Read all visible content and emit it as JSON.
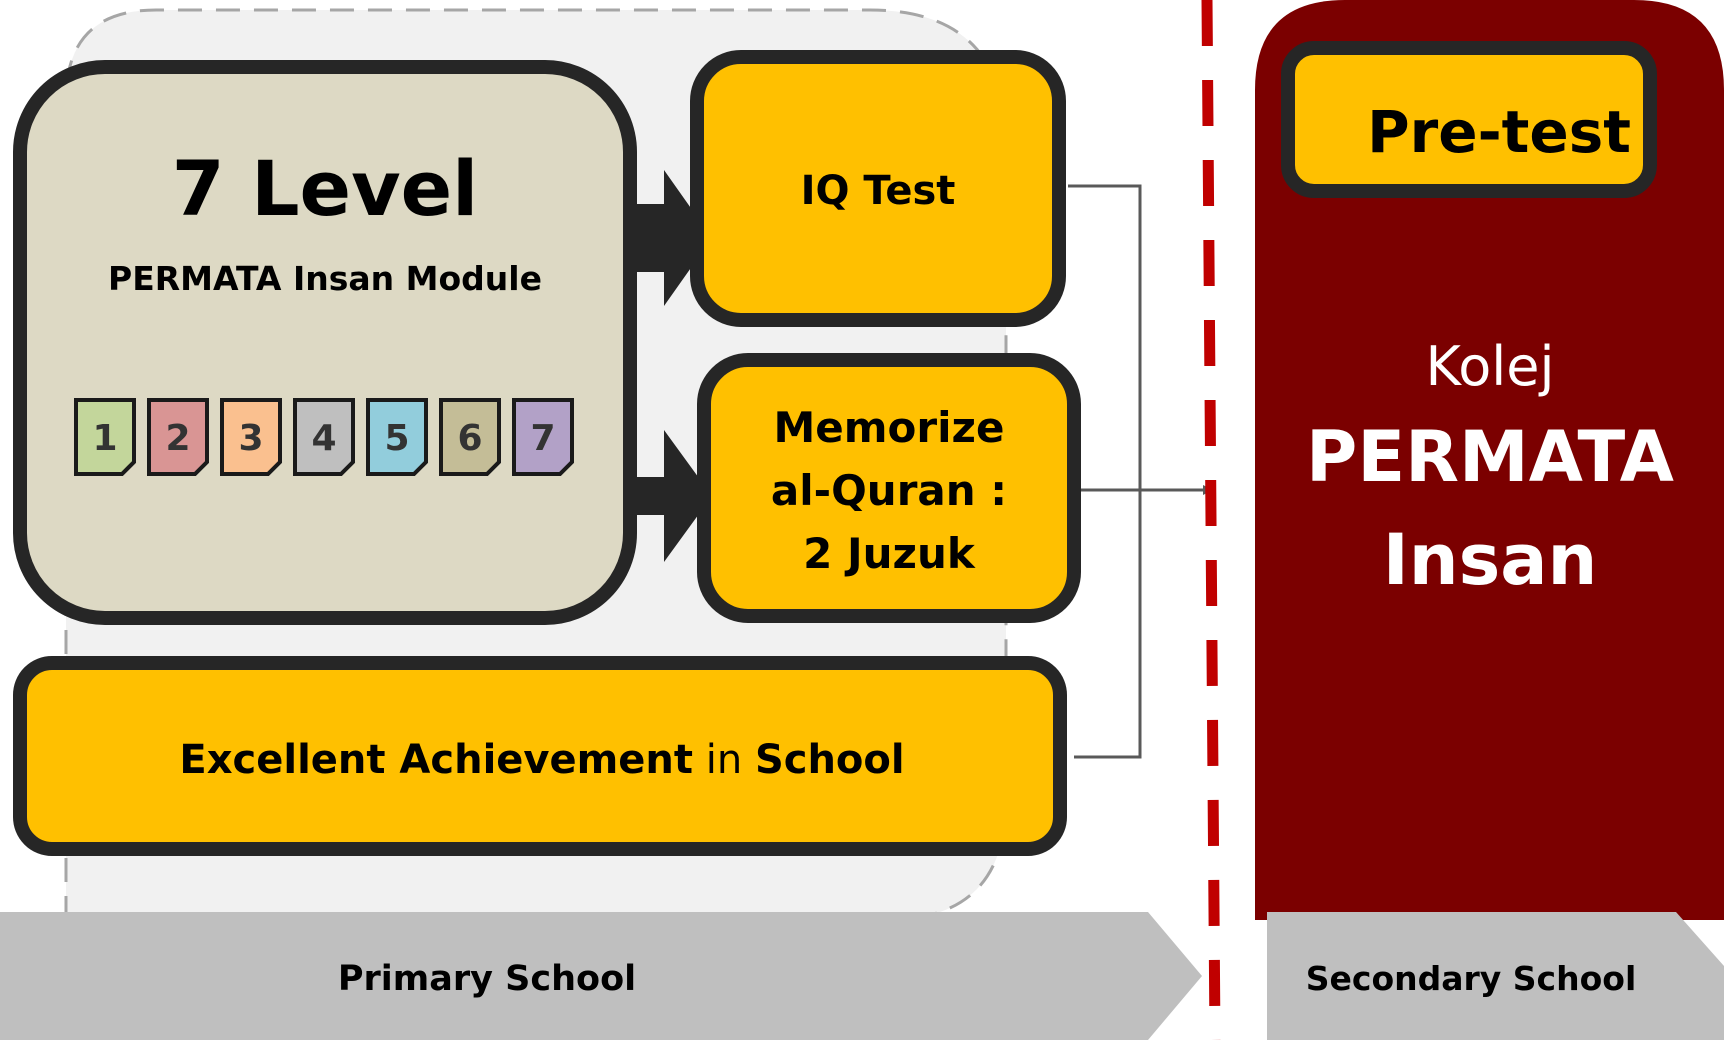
{
  "level_module": {
    "title": "7 Level",
    "subtitle": "PERMATA Insan Module",
    "books": [
      {
        "label": "1",
        "color": "#c3d69b"
      },
      {
        "label": "2",
        "color": "#d99594"
      },
      {
        "label": "3",
        "color": "#fac08f"
      },
      {
        "label": "4",
        "color": "#bfbfbf"
      },
      {
        "label": "5",
        "color": "#92cddc"
      },
      {
        "label": "6",
        "color": "#c4bd97"
      },
      {
        "label": "7",
        "color": "#b2a1c7"
      }
    ]
  },
  "iq_test": {
    "label": "IQ Test"
  },
  "memorize": {
    "line1": "Memorize",
    "line2": "al-Quran :",
    "line3": "2 Juzuk"
  },
  "achievement": {
    "part1": "Excellent Achievement",
    "part2": " in ",
    "part3": "School"
  },
  "kolej": {
    "pretest": "Pre-test",
    "line1": "Kolej",
    "line2": "PERMATA",
    "line3": "Insan"
  },
  "stages": {
    "primary": "Primary School",
    "secondary": "Secondary School"
  },
  "colors": {
    "gold": "#ffc000",
    "maroon": "#7b0000",
    "module_bg": "#ddd9c4",
    "outline": "#262626",
    "divider": "#c00000",
    "stage_arrow": "#bfbfbf"
  }
}
